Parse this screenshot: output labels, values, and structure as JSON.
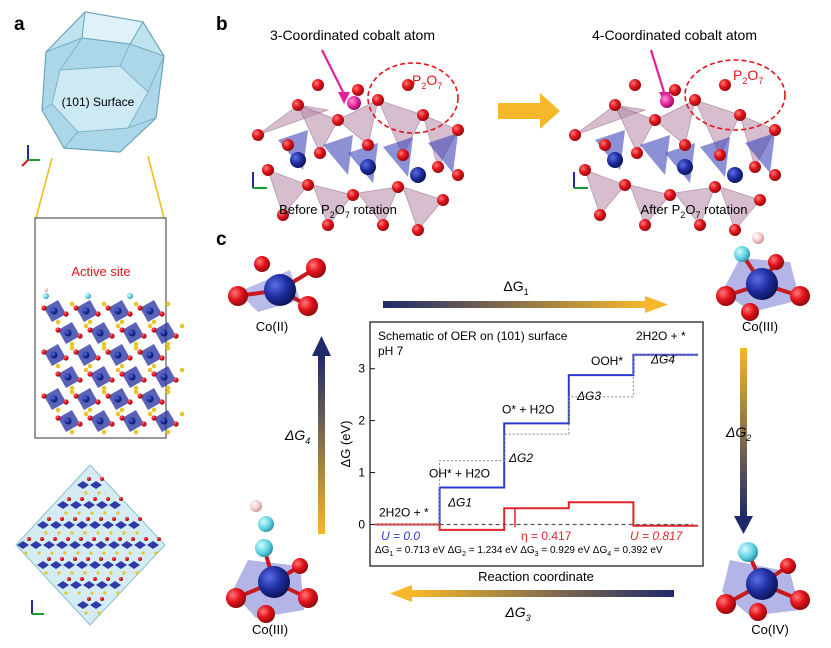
{
  "panel_labels": {
    "a": "a",
    "b": "b",
    "c": "c"
  },
  "panel_a": {
    "surface_label": "(101) Surface",
    "active_site_label": "Active site"
  },
  "panel_b": {
    "left_title": "3-Coordinated cobalt atom",
    "right_title": "4-Coordinated cobalt atom",
    "p2o7": {
      "base": "P",
      "sub1": "2",
      "mid": "O",
      "sub2": "7"
    },
    "left_caption": {
      "pre": "Before P",
      "sub1": "2",
      "mid": "O",
      "sub2": "7",
      "post": " rotation"
    },
    "right_caption": {
      "pre": "After P",
      "sub1": "2",
      "mid": "O",
      "sub2": "7",
      "post": " rotation"
    }
  },
  "panel_c": {
    "states": {
      "tl": "Co(II)",
      "tr": "Co(III)",
      "br": "Co(IV)",
      "bl": "Co(III)"
    },
    "cycle_labels": {
      "g1": {
        "d": "ΔG",
        "s": "1"
      },
      "g2": {
        "d": "ΔG",
        "s": "2"
      },
      "g3": {
        "d": "ΔG",
        "s": "3"
      },
      "g4": {
        "d": "ΔG",
        "s": "4"
      }
    },
    "colors": {
      "u0": "#2b3bd1",
      "u817": "#e0262a",
      "cobalt": "#1d2c9e",
      "oxygen": "#e3131b",
      "arrow_gold": "#f5b82a",
      "arrow_navy": "#1f2a6b"
    }
  },
  "chart_data": {
    "type": "line",
    "title": "Schematic of OER on (101) surface",
    "subtitle": "pH 7",
    "xlabel": "Reaction coordinate",
    "ylabel": "ΔG (eV)",
    "ylim": [
      -0.8,
      3.9
    ],
    "yticks": [
      0,
      1,
      2,
      3
    ],
    "series": [
      {
        "name": "U = 0.0",
        "color": "#2b3bd1",
        "values": [
          0,
          0.713,
          1.947,
          2.876,
          3.268
        ]
      },
      {
        "name": "U = 0.817",
        "color": "#e0262a",
        "values": [
          0,
          -0.104,
          0.313,
          0.429,
          -0.025
        ]
      }
    ],
    "intermediates": [
      "2H2O + *",
      "OH* + H2O",
      "O* + H2O",
      "OOH*",
      "2H2O + *"
    ],
    "steps": [
      "ΔG1",
      "ΔG2",
      "ΔG3",
      "ΔG4"
    ],
    "eta_label": "η = 0.417",
    "u_labels": {
      "blue": "U = 0.0",
      "red": "U = 0.817"
    },
    "footnote": [
      {
        "d": "ΔG",
        "s": "1",
        "v": " = 0.713 eV"
      },
      {
        "d": "ΔG",
        "s": "2",
        "v": " = 1.234 eV"
      },
      {
        "d": "ΔG",
        "s": "3",
        "v": " = 0.929 eV"
      },
      {
        "d": "ΔG",
        "s": "4",
        "v": " = 0.392 eV"
      }
    ]
  }
}
